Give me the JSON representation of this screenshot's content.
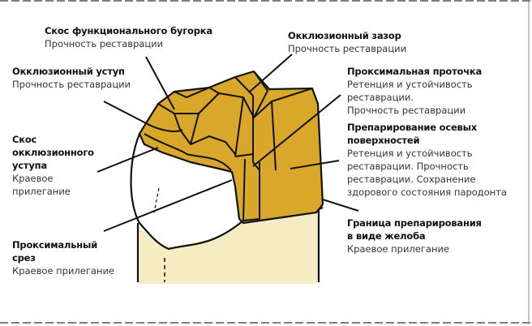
{
  "labels": {
    "functional_cusp_bevel": {
      "title": "Скос функционального бугорка",
      "desc": [
        "Прочность реставрации"
      ]
    },
    "occlusal_clearance": {
      "title": "Окклюзионный зазор",
      "desc": [
        "Прочность реставрации"
      ]
    },
    "occlusal_shoulder": {
      "title": "Окклюзионный уступ",
      "desc": [
        "Прочность реставрации"
      ]
    },
    "occlusal_shoulder_bevel": {
      "title": [
        "Скос",
        "окклюзионного",
        "уступа"
      ],
      "desc": [
        "Краевое",
        "прилегание"
      ]
    },
    "proximal_groove": {
      "title": "Проксимальная проточка",
      "desc": [
        "Ретенция и устойчивость",
        "реставрации.",
        "Прочность реставрации"
      ]
    },
    "axial_reduction": {
      "title": [
        "Препарирование осевых",
        "поверхностей"
      ],
      "desc": [
        "Ретенция и устойчивость",
        "реставрации. Прочность",
        "реставрации. Сохранение",
        "здорового состояния пародонта"
      ]
    },
    "chamfer_margin": {
      "title": [
        "Граница препарирования",
        "в виде желоба"
      ],
      "desc": [
        "Краевое прилегание"
      ]
    },
    "proximal_flare": {
      "title": [
        "Проксимальный",
        "срез"
      ],
      "desc": [
        "Краевое прилегание"
      ]
    }
  },
  "colors": {
    "crown": "#d9a72a",
    "root": "#f6ecc4",
    "outline": "#111111"
  }
}
